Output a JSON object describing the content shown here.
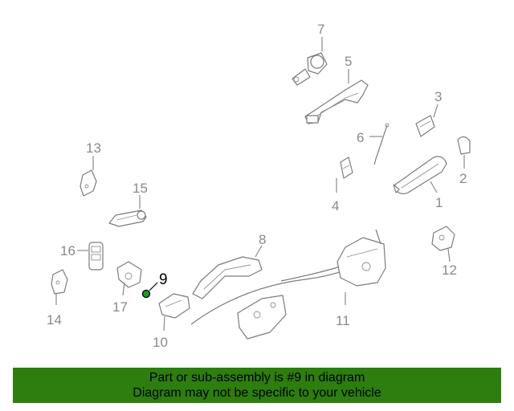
{
  "callouts": {
    "c1": "1",
    "c2": "2",
    "c3": "3",
    "c4": "4",
    "c5": "5",
    "c6": "6",
    "c7": "7",
    "c8": "8",
    "c9": "9",
    "c10": "10",
    "c11": "11",
    "c12": "12",
    "c13": "13",
    "c14": "14",
    "c15": "15",
    "c16": "16",
    "c17": "17"
  },
  "highlighted_part": "9",
  "colors": {
    "banner": "#2d7d0f",
    "highlight": "#1f9a2c",
    "line": "#7c7c7c"
  },
  "banner": {
    "line1": "Part or sub-assembly is #9 in diagram",
    "line2": "Diagram may not be specific to your vehicle"
  }
}
